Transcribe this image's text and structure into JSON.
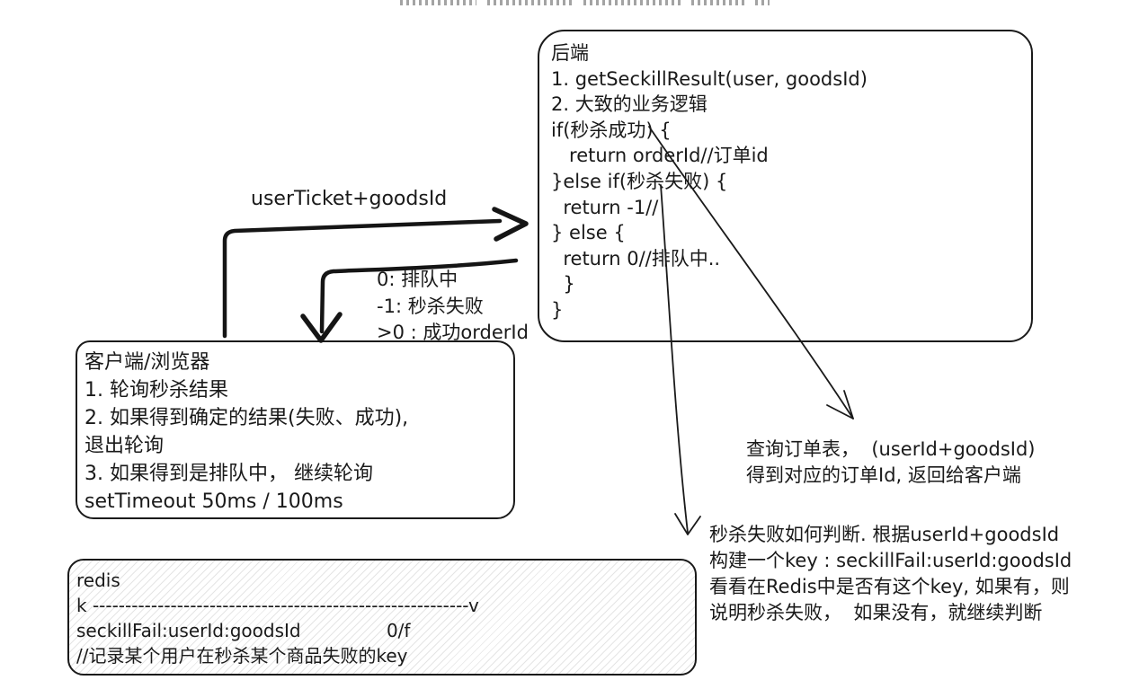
{
  "colors": {
    "ink": "#1a1a1a",
    "hatch_gray": "#e3e3e3",
    "clipped_text_gray": "#a3a3a3"
  },
  "request_arrow_label": "userTicket+goodsId",
  "backend_box": {
    "lines": [
      "后端",
      "1. getSeckillResult(user, goodsId)",
      "2. 大致的业务逻辑",
      "if(秒杀成功) {",
      "   return orderId//订单id",
      "}else if(秒杀失败) {",
      "  return -1//",
      "} else {",
      "  return 0//排队中..",
      "  }",
      "}"
    ]
  },
  "response_legend": {
    "lines": [
      "0: 排队中",
      "-1: 秒杀失败",
      ">0 : 成功orderId"
    ]
  },
  "client_box": {
    "lines": [
      "客户端/浏览器",
      "1. 轮询秒杀结果",
      "2. 如果得到确定的结果(失败、成功),",
      "退出轮询",
      "3. 如果得到是排队中， 继续轮询",
      "setTimeout 50ms / 100ms"
    ]
  },
  "redis_box": {
    "lines": [
      "redis",
      "k ----------------------------------------------------------v",
      "seckillFail:userId:goodsId               0/f",
      "//记录某个用户在秒杀某个商品失败的key"
    ]
  },
  "order_query_note": {
    "lines": [
      "查询订单表，  (userId+goodsId)",
      "得到对应的订单Id, 返回给客户端"
    ]
  },
  "fail_check_note": {
    "lines": [
      "秒杀失败如何判断. 根据userId+goodsId",
      "构建一个key : seckillFail:userId:goodsId",
      "看看在Redis中是否有这个key, 如果有，则",
      "说明秒杀失败，  如果没有，就继续判断"
    ]
  }
}
